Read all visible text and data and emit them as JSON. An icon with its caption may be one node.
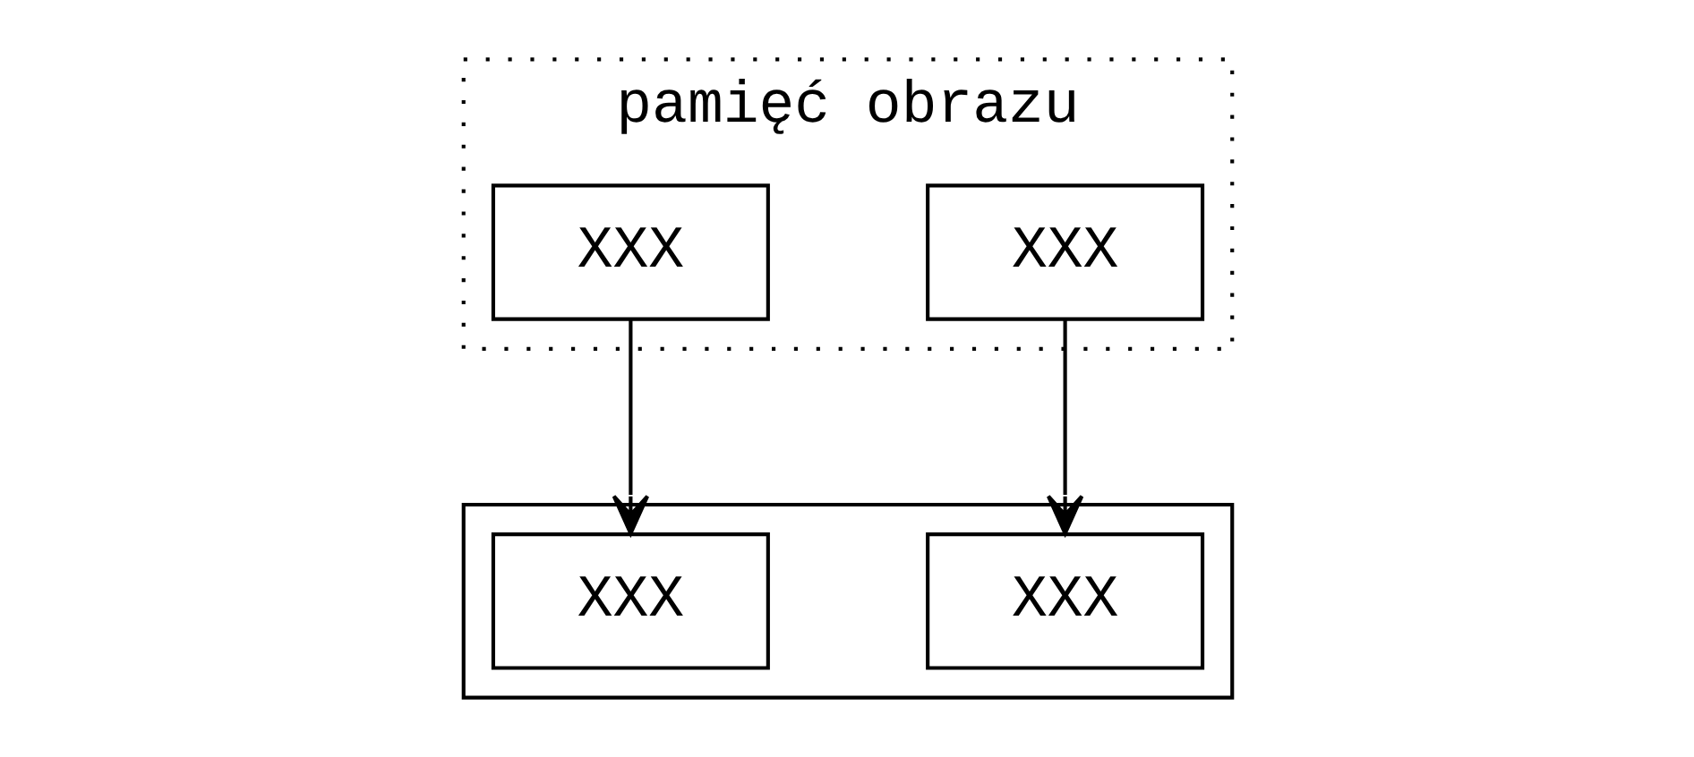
{
  "diagram": {
    "nodes": [
      {
        "text": [
          "pamięć obrazu"
        ]
      },
      {
        "text": [
          "XXX"
        ],
        "in": 0
      },
      {
        "text": [
          "XXX"
        ],
        "in": 0
      },
      {
        "text": [],
        "shape": "box"
      },
      {
        "text": [
          "XXX"
        ],
        "in": 3
      },
      {
        "text": [
          "XXX"
        ],
        "in": 3
      }
    ],
    "edges": [
      {
        "from": 1,
        "to": 4,
        "arrow": "to"
      },
      {
        "from": 2,
        "to": 5,
        "arrow": "to"
      }
    ]
  }
}
